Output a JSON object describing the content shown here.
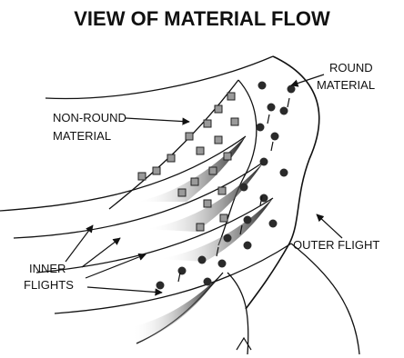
{
  "title": "VIEW OF MATERIAL FLOW",
  "labels": {
    "round_material_line1": "ROUND",
    "round_material_line2": "MATERIAL",
    "non_round_line1": "NON-ROUND",
    "non_round_line2": "MATERIAL",
    "inner_flights_line1": "INNER",
    "inner_flights_line2": "FLIGHTS",
    "outer_flight": "OUTER FLIGHT"
  },
  "colors": {
    "ink": "#111111",
    "square_fill": "#9a9a9a",
    "dot_fill": "#2a2a2a",
    "background": "#ffffff"
  },
  "icons": {
    "square_particle": "non-round-particle-icon",
    "round_particle": "round-particle-icon"
  }
}
